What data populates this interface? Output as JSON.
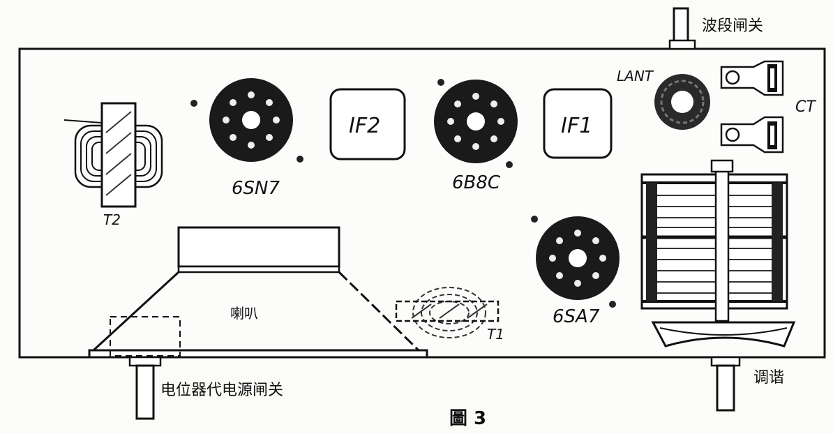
{
  "labels": {
    "band_switch": "波段闸关",
    "antenna_coil": "LANT",
    "trimmer_caps": "CT",
    "transformer_t2": "T2",
    "tube_6sn7": "6SN7",
    "if2": "IF2",
    "tube_6b8c": "6B8C",
    "if1": "IF1",
    "speaker": "喇叭",
    "transformer_t1": "T1",
    "tube_6sa7": "6SA7",
    "tuning": "调谐",
    "volume_power_switch": "电位器代电源闸关",
    "figure_caption": "圖 3"
  },
  "colors": {
    "ink": "#111111",
    "paper": "#fbfbf8"
  }
}
